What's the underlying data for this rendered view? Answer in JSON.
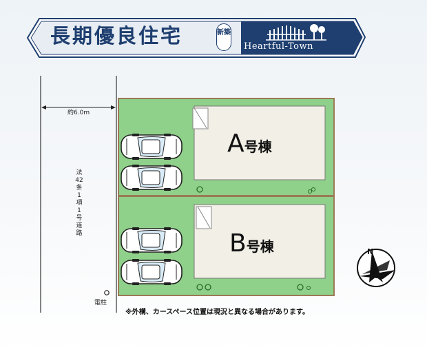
{
  "banner": {
    "title": "長期優良住宅",
    "badge": "新築",
    "brand": "Heartful-Town",
    "colors": {
      "navy": "#1f3f70",
      "light_band": "#e8edf3"
    }
  },
  "plan": {
    "road_width_label": "約6.0m",
    "road_label": "法42条1項1号道路",
    "buildings": [
      {
        "letter": "A",
        "suffix": "号棟"
      },
      {
        "letter": "B",
        "suffix": "号棟"
      }
    ],
    "utility_pole_label": "電柱",
    "compass_label": "N",
    "note": "※外構、カースペース位置は現況と異なる場合があります。",
    "colors": {
      "lawn": "#8fd08a",
      "house": "#f2efe6",
      "lot_border": "#9a7a56",
      "road": "#ffffff"
    }
  }
}
